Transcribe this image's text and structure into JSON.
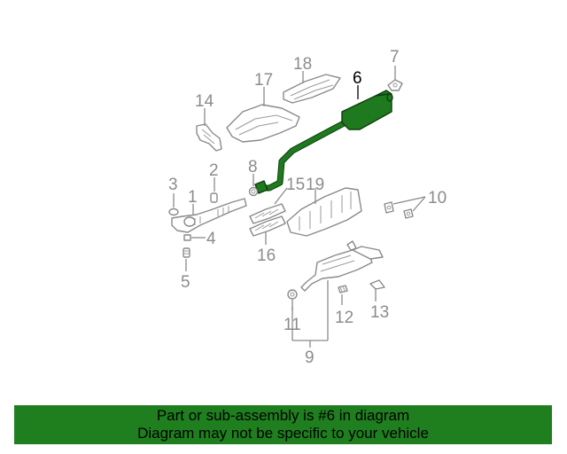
{
  "diagram": {
    "callouts": {
      "c1": "1",
      "c2": "2",
      "c3": "3",
      "c4": "4",
      "c5": "5",
      "c6": "6",
      "c7": "7",
      "c8": "8",
      "c9": "9",
      "c10": "10",
      "c11": "11",
      "c12": "12",
      "c13": "13",
      "c14": "14",
      "c15": "15",
      "c16": "16",
      "c17": "17",
      "c18": "18",
      "c19": "19"
    },
    "highlighted_part": "6",
    "highlight_color": "#1f7f1f"
  },
  "banner": {
    "line1": "Part or sub-assembly is #6 in diagram",
    "line2": "Diagram may not be specific to your vehicle",
    "background": "#1f7f1f"
  }
}
